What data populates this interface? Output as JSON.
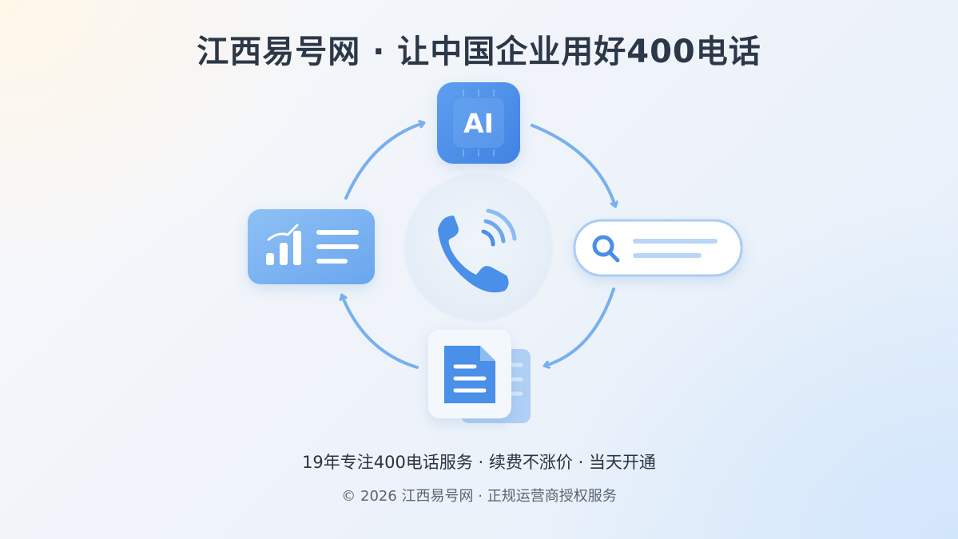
{
  "header": {
    "title": "江西易号网 · 让中国企业用好400电话"
  },
  "center": {
    "icon": "phone-call-icon"
  },
  "cycle_nodes": [
    {
      "name": "ai-chip",
      "label": "AI",
      "icon": "ai-chip-icon"
    },
    {
      "name": "search-bar",
      "icon": "search-icon"
    },
    {
      "name": "document-stack",
      "icon": "document-icon"
    },
    {
      "name": "analytics-card",
      "icon": "bar-chart-icon"
    }
  ],
  "tagline": "19年专注400电话服务 · 续费不涨价 · 当天开通",
  "footer": {
    "text": "© 2026 江西易号网 · 正规运营商授权服务"
  },
  "colors": {
    "accent": "#4a8fe8",
    "accent_light": "#8cbcf3",
    "arrow": "#78b0ee",
    "title": "#2c3747"
  }
}
